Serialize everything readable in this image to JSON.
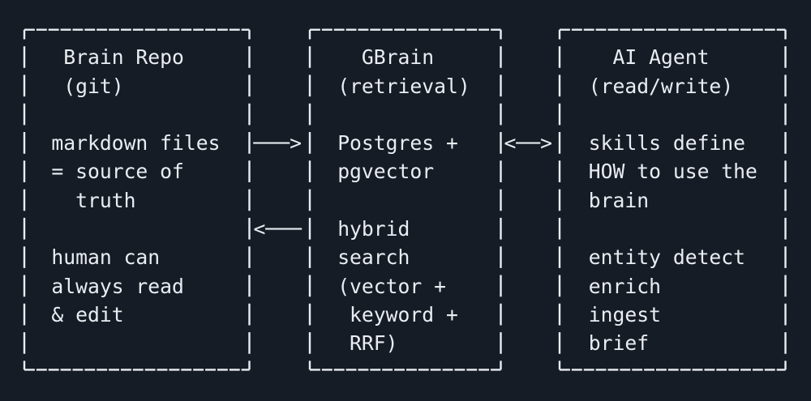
{
  "diagram": {
    "background_color": "#161C26",
    "foreground_color": "#E9EDF2",
    "boxes": [
      {
        "name": "Brain Repo",
        "title": "Brain Repo",
        "subtitle": "(git)",
        "lines": [
          " Brain Repo",
          " (git)",
          "",
          "markdown files",
          "= source of",
          "  truth",
          "",
          "human can",
          "always read",
          "& edit",
          ""
        ]
      },
      {
        "name": "GBrain",
        "title": "GBrain",
        "subtitle": "(retrieval)",
        "lines": [
          "  GBrain",
          "(retrieval)",
          "",
          "Postgres +",
          "pgvector",
          "",
          "hybrid",
          "search",
          "(vector +",
          " keyword +",
          " RRF)"
        ]
      },
      {
        "name": "AI Agent",
        "title": "AI Agent",
        "subtitle": "(read/write)",
        "lines": [
          "  AI Agent",
          "(read/write)",
          "",
          "skills define",
          "HOW to use the",
          "brain",
          "",
          "entity detect",
          "enrich",
          "ingest",
          "brief"
        ]
      }
    ],
    "connections": [
      {
        "from": "Brain Repo",
        "to": "GBrain",
        "direction": "right",
        "glyph": "───>"
      },
      {
        "from": "GBrain",
        "to": "Brain Repo",
        "direction": "left",
        "glyph": "<───"
      },
      {
        "from": "GBrain",
        "to": "AI Agent",
        "direction": "bidirectional",
        "glyph": "<──>"
      }
    ]
  }
}
